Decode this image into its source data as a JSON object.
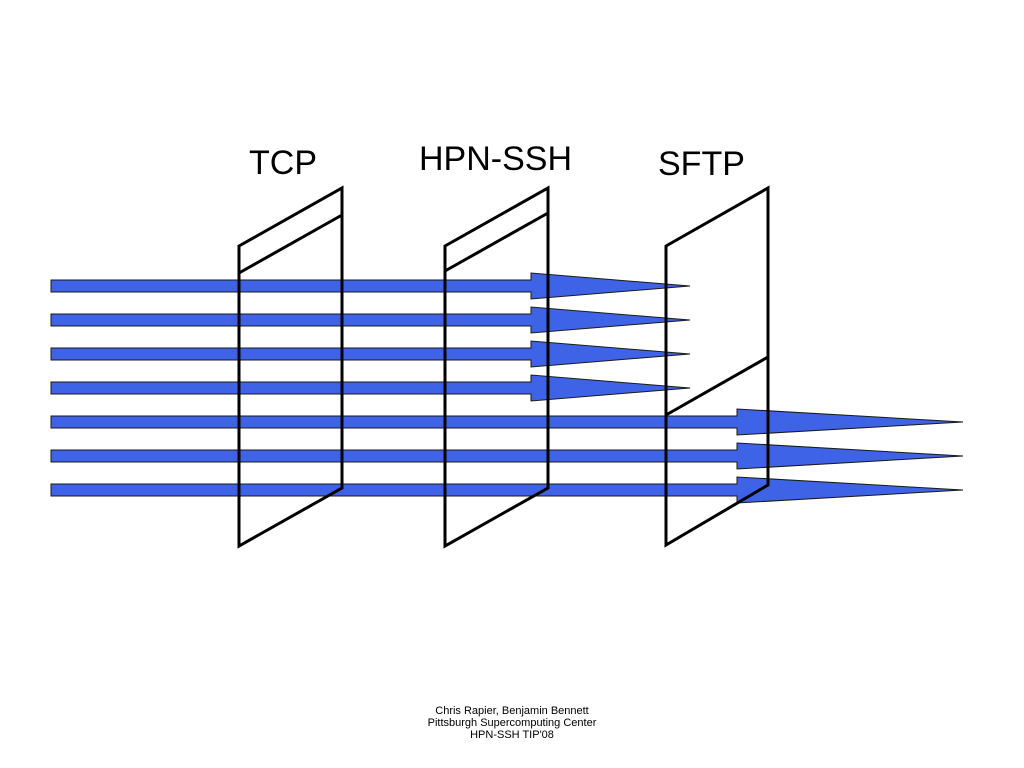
{
  "layers": [
    {
      "name": "TCP"
    },
    {
      "name": "HPN-SSH"
    },
    {
      "name": "SFTP"
    }
  ],
  "arrow_color": "#3F63E6",
  "arrow_outline_color": "#1A1A1A",
  "streams": [
    {
      "stops_at": "SFTP"
    },
    {
      "stops_at": "SFTP"
    },
    {
      "stops_at": "SFTP"
    },
    {
      "stops_at": "SFTP"
    },
    {
      "stops_at": "passes through"
    },
    {
      "stops_at": "passes through"
    },
    {
      "stops_at": "passes through"
    }
  ],
  "footer": {
    "line1": "Chris Rapier, Benjamin Bennett",
    "line2": "Pittsburgh Supercomputing Center",
    "line3": "HPN-SSH TIP'08"
  }
}
